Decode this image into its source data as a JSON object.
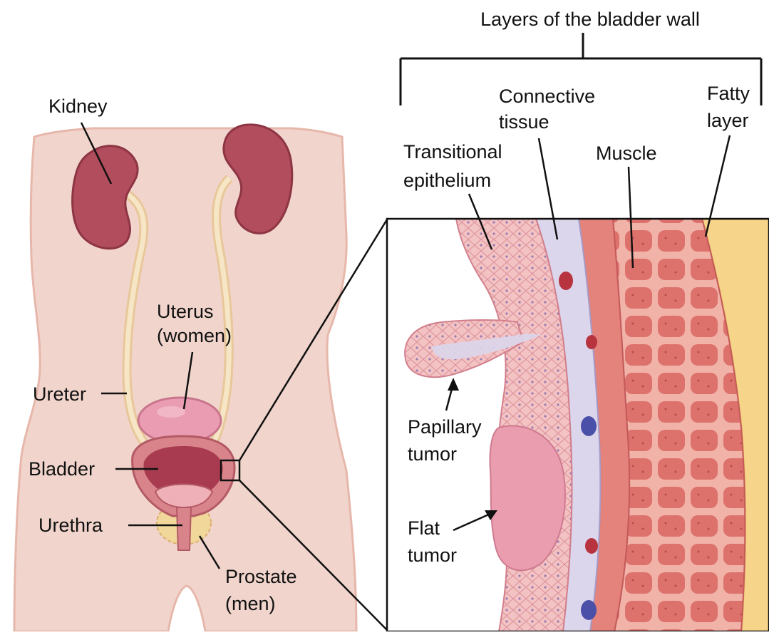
{
  "title": "Layers of the bladder wall",
  "labels": {
    "kidney": "Kidney",
    "uterus": [
      "Uterus",
      "(women)"
    ],
    "ureter": "Ureter",
    "bladder": "Bladder",
    "urethra": "Urethra",
    "prostate": [
      "Prostate",
      "(men)"
    ],
    "connective_tissue": [
      "Connective",
      "tissue"
    ],
    "fatty_layer": [
      "Fatty",
      "layer"
    ],
    "transitional_epithelium": [
      "Transitional",
      "epithelium"
    ],
    "muscle": "Muscle",
    "papillary_tumor": [
      "Papillary",
      "tumor"
    ],
    "flat_tumor": [
      "Flat",
      "tumor"
    ]
  },
  "colors": {
    "body_fill": "#f1d5cc",
    "kidney": "#b14d5c",
    "ureter": "#f4e3c4",
    "bladder": "#d9848a",
    "muscle": "#dc7470",
    "fat": "#f6d48a",
    "epithelium": "#f3c2c2",
    "connective": "#dcd6ec"
  }
}
